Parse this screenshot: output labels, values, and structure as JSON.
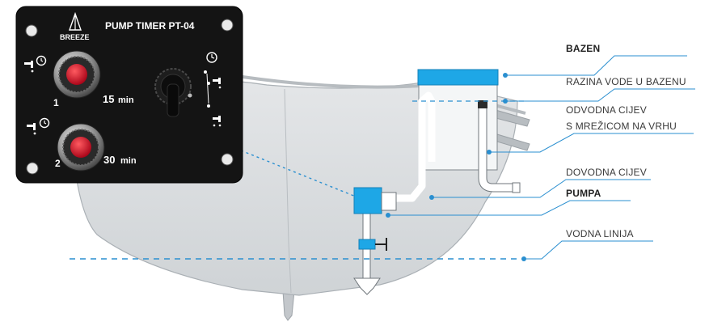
{
  "diagram": {
    "labels": {
      "bazen": "BAZEN",
      "razina": "RAZINA VODE U BAZENU",
      "odvodna_1": "ODVODNA CIJEV",
      "odvodna_2": "S MREŽICOM NA VRHU",
      "dovodna": "DOVODNA CIJEV",
      "pumpa": "PUMPA",
      "vodna": "VODNA LINIJA"
    },
    "panel": {
      "brand": "BREEZE",
      "title": "PUMP TIMER PT-04",
      "knob1_num": "1",
      "knob1_time": "15",
      "knob1_unit": "min",
      "knob2_num": "2",
      "knob2_time": "30",
      "knob2_unit": "min"
    },
    "colors": {
      "accent": "#1ea7e6",
      "leader": "#2a8fd0",
      "panel": "#141414",
      "knob_red": "#d8142a"
    }
  }
}
